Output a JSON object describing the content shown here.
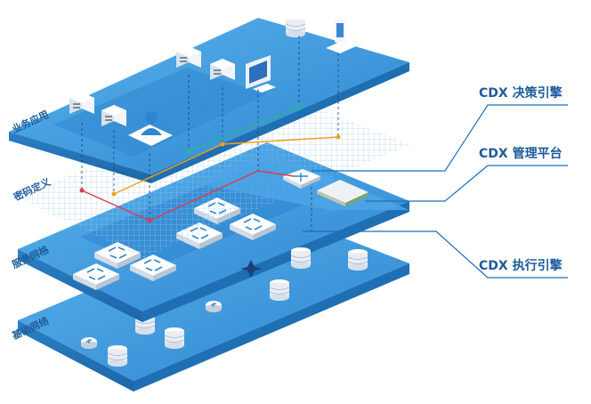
{
  "layers": [
    {
      "label": "业务应用"
    },
    {
      "label": "密码定义"
    },
    {
      "label": "服务网格"
    },
    {
      "label": "基础网络"
    }
  ],
  "callouts": [
    {
      "label": "CDX 决策引擎"
    },
    {
      "label": "CDX 管理平台"
    },
    {
      "label": "CDX 执行引擎"
    }
  ],
  "colors": {
    "plate_top": "#3f9be0",
    "plate_side": "#2d7fc3",
    "grid": "#9cc6e8",
    "line_red": "#e03a4a",
    "line_orange": "#f0a21a",
    "line_green": "#2ab48c",
    "callout_line": "#1b70b8"
  },
  "icons": [
    "server-icon",
    "user-icon",
    "monitor-icon",
    "mobile-icon",
    "switch-icon",
    "database-icon",
    "router-icon",
    "management-appliance-icon",
    "star-hub-icon"
  ]
}
